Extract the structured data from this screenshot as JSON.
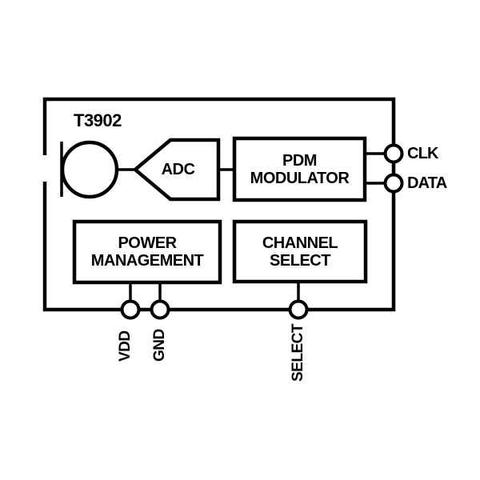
{
  "title": "T3902",
  "blocks": {
    "adc": {
      "label": "ADC"
    },
    "pdm": {
      "line1": "PDM",
      "line2": "MODULATOR"
    },
    "power": {
      "line1": "POWER",
      "line2": "MANAGEMENT"
    },
    "channel": {
      "line1": "CHANNEL",
      "line2": "SELECT"
    }
  },
  "pins": {
    "clk": "CLK",
    "data": "DATA",
    "vdd": "VDD",
    "gnd": "GND",
    "select": "SELECT"
  },
  "colors": {
    "stroke": "#000000",
    "background": "#ffffff"
  }
}
